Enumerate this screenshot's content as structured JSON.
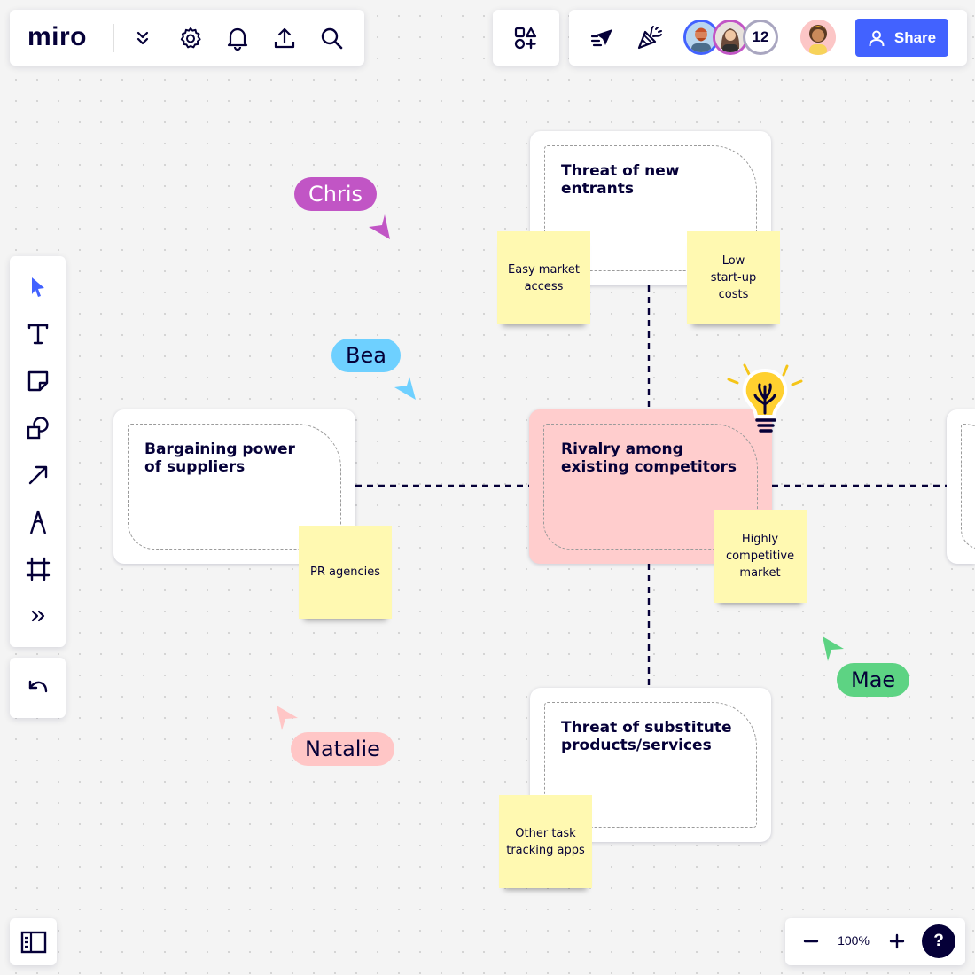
{
  "app": {
    "logo": "miro"
  },
  "header": {
    "collaborator_count": "12",
    "share_label": "Share"
  },
  "board": {
    "cards": {
      "top": {
        "title": "Threat of new\nentrants"
      },
      "left": {
        "title": "Bargaining power\nof suppliers"
      },
      "center": {
        "title": "Rivalry among\nexisting competitors"
      },
      "bottom": {
        "title": "Threat of substitute\nproducts/services"
      }
    },
    "stickies": {
      "easy_market": "Easy market\naccess",
      "low_startup": "Low\nstart-up\ncosts",
      "pr_agencies": "PR agencies",
      "highly_competitive": "Highly\ncompetitive\nmarket",
      "other_apps": "Other task\ntracking apps"
    },
    "cursors": {
      "chris": "Chris",
      "bea": "Bea",
      "mae": "Mae",
      "natalie": "Natalie"
    }
  },
  "zoom": {
    "level": "100%"
  },
  "help": {
    "label": "?"
  },
  "colors": {
    "accent": "#4262ff",
    "chris": "#c155c5",
    "bea": "#6ed0ff",
    "mae": "#5dd383",
    "natalie": "#ffc6c6",
    "sticky": "#fff9b1",
    "center_card": "#ffcdcd"
  }
}
